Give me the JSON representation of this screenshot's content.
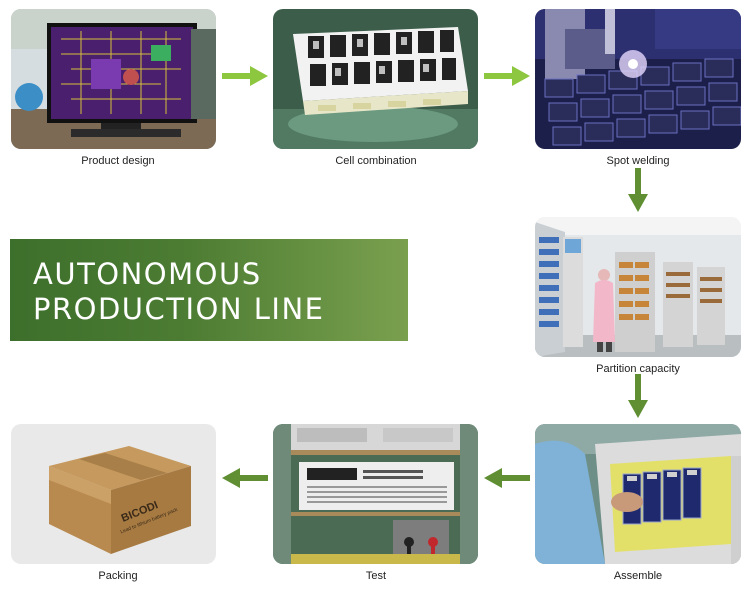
{
  "banner": {
    "line1": "AUTONOMOUS",
    "line2": "PRODUCTION LINE"
  },
  "steps": [
    {
      "caption": "Product design"
    },
    {
      "caption": "Cell combination"
    },
    {
      "caption": "Spot welding"
    },
    {
      "caption": "Partition capacity"
    },
    {
      "caption": "Assemble"
    },
    {
      "caption": "Test"
    },
    {
      "caption": "Packing"
    }
  ],
  "box_print": {
    "brand": "BICODI",
    "tagline": "Lead to lithium battery pack"
  },
  "colors": {
    "arrow": "#8dc63f",
    "arrow_dark": "#5f8f32",
    "banner": "#4d7d33"
  }
}
